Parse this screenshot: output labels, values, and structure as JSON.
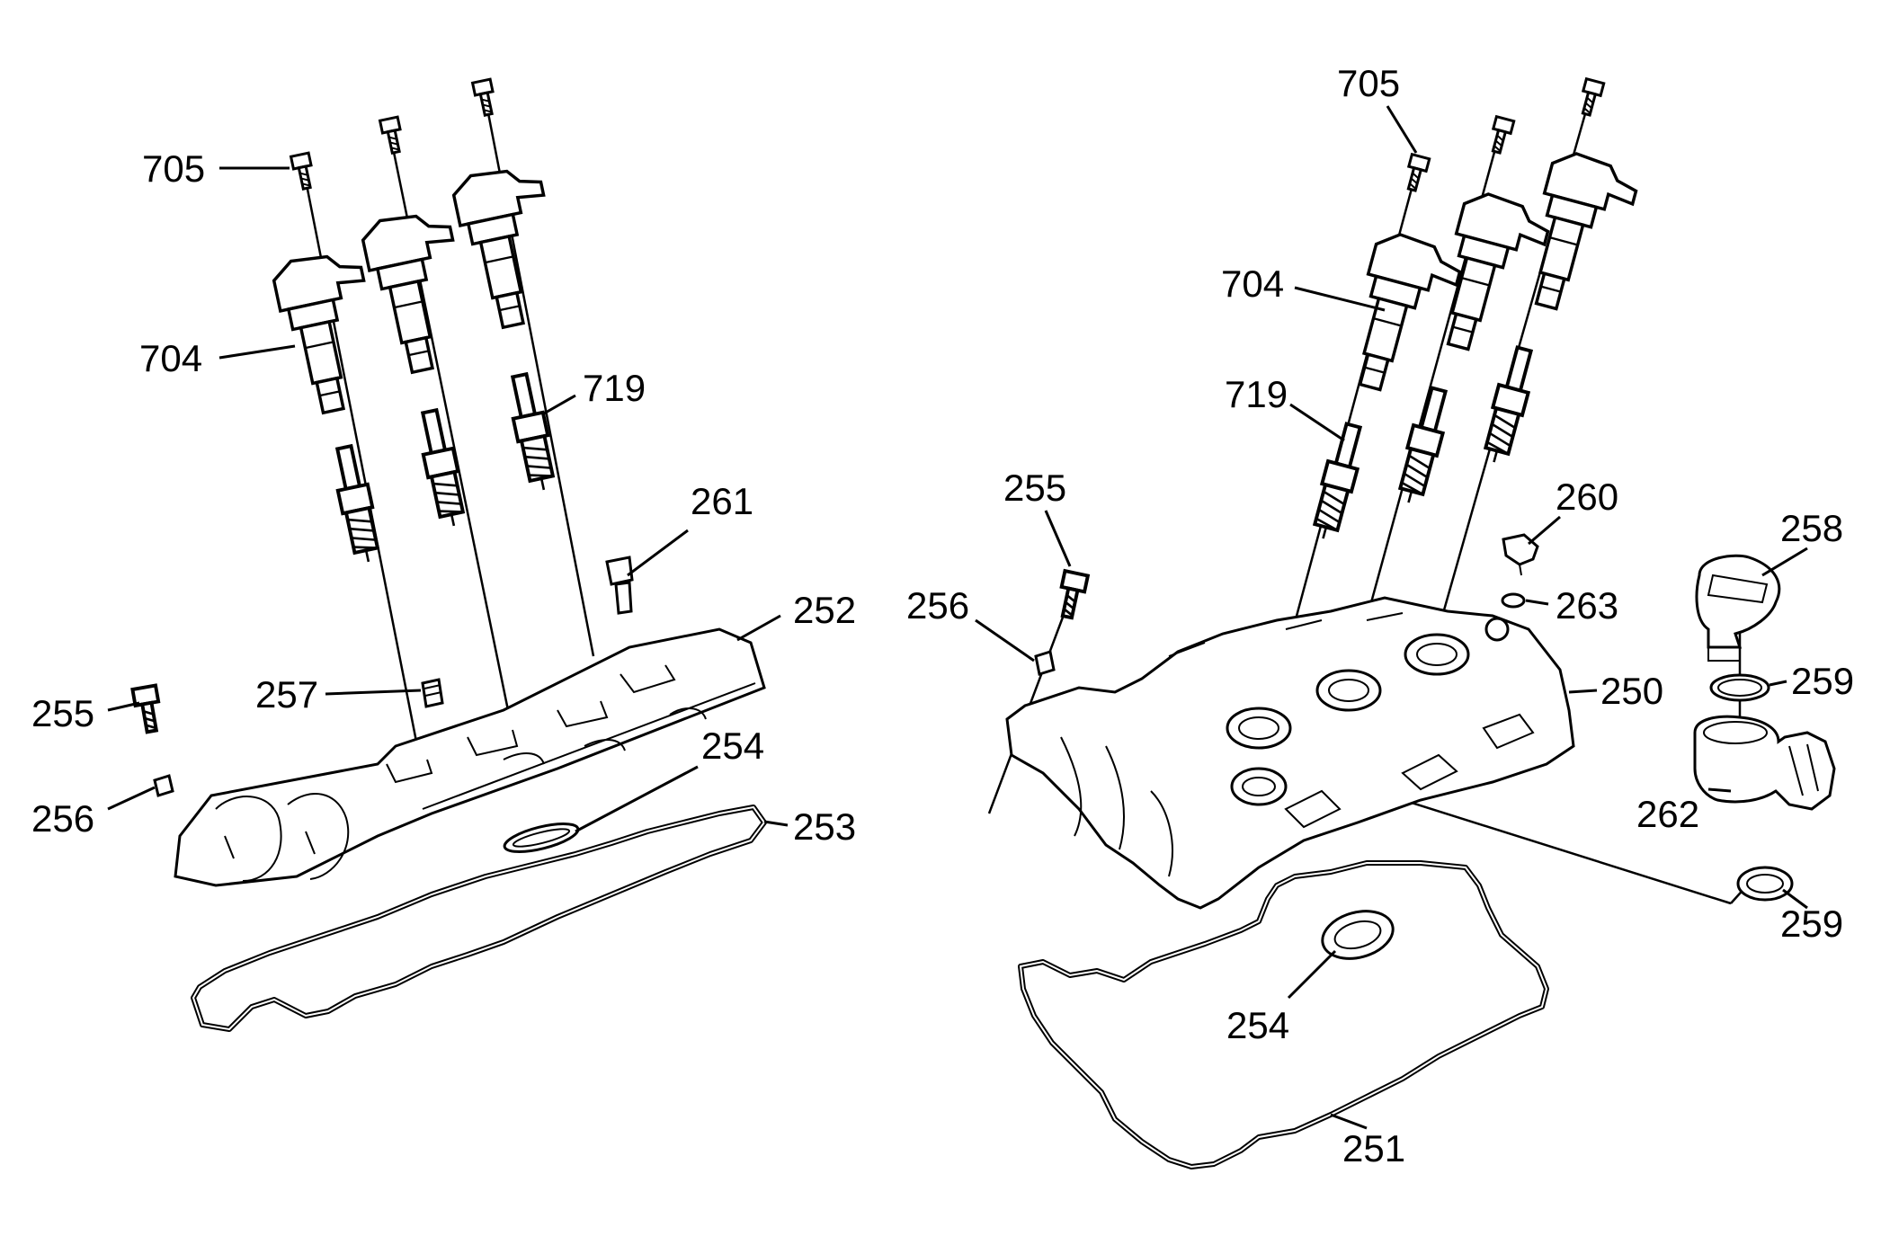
{
  "callouts": {
    "left_705": "705",
    "left_704": "704",
    "left_719": "719",
    "left_261": "261",
    "left_252": "252",
    "left_257": "257",
    "left_255": "255",
    "left_254": "254",
    "left_256": "256",
    "left_253": "253",
    "right_705": "705",
    "right_704": "704",
    "right_719": "719",
    "right_255": "255",
    "right_260": "260",
    "right_258": "258",
    "right_256": "256",
    "right_263": "263",
    "right_250": "250",
    "right_259_upper": "259",
    "right_262": "262",
    "right_259_lower": "259",
    "right_254": "254",
    "right_251": "251"
  }
}
